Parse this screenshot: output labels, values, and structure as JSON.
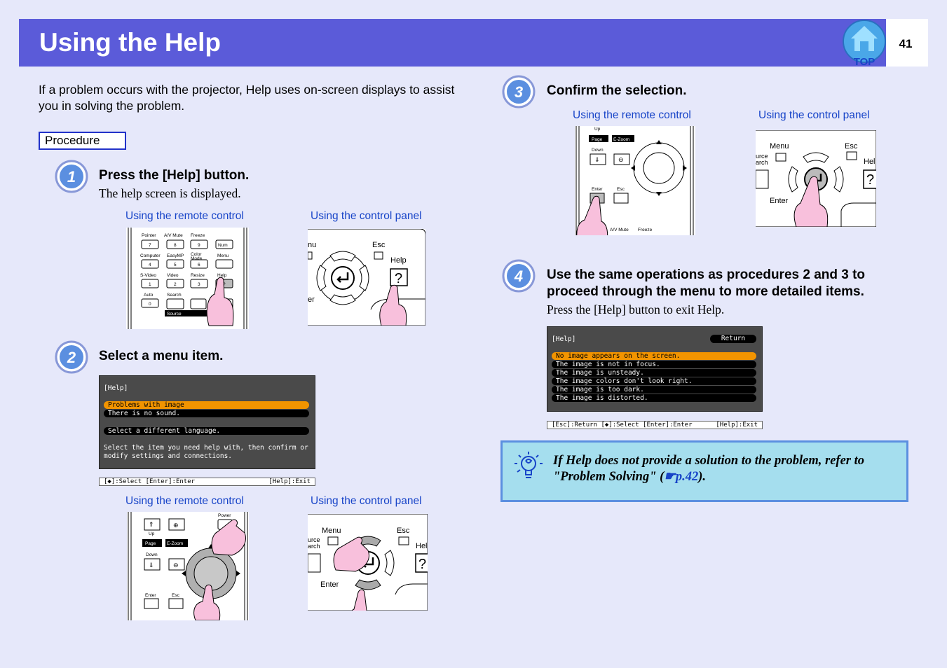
{
  "header": {
    "title": "Using the Help",
    "page_number": "41",
    "top_label": "TOP"
  },
  "intro": "If a problem occurs with the projector, Help uses on-screen displays to assist you in solving the problem.",
  "procedure_label": "Procedure",
  "steps": [
    {
      "number": "1",
      "title": "Press the [Help] button.",
      "description": "The help screen is displayed."
    },
    {
      "number": "2",
      "title": "Select a menu item.",
      "description": ""
    },
    {
      "number": "3",
      "title": "Confirm the selection.",
      "description": ""
    },
    {
      "number": "4",
      "title": "Use the same operations as procedures 2 and 3 to proceed through the menu to more detailed items.",
      "description": "Press the [Help] button to exit Help."
    }
  ],
  "captions": {
    "remote": "Using the remote control",
    "panel": "Using the control panel"
  },
  "remote1": {
    "keys": [
      "Pointer",
      "A/V Mute",
      "Freeze",
      "7",
      "8",
      "9",
      "Num",
      "Computer",
      "EasyMP",
      "Color Mode",
      "Menu",
      "4",
      "5",
      "6",
      "S-Video",
      "Video",
      "Resize",
      "Help",
      "1",
      "2",
      "3",
      "?",
      "Auto",
      "Search",
      "0",
      "Source"
    ]
  },
  "remote2": {
    "keys": [
      "Up",
      "Page",
      "E-Zoom",
      "Down",
      "Power",
      "Enter",
      "Esc"
    ]
  },
  "remote3": {
    "keys": [
      "Up",
      "Page",
      "E-Zoom",
      "Down",
      "Enter",
      "Esc",
      "A/V Mute",
      "Freeze"
    ]
  },
  "panel": {
    "menu": "Menu",
    "esc": "Esc",
    "help": "Help",
    "help_short": "Hel",
    "enter": "Enter",
    "source_a": "urce",
    "source_b": "arch",
    "menu_short": "nu",
    "enter_short": "er",
    "q": "?"
  },
  "help_screen_1": {
    "title": "[Help]",
    "items": [
      "Problems with image",
      "There is no sound.",
      "Select a different language."
    ],
    "message": "Select the item you need help with, then confirm or modify settings and connections.",
    "footer_left": "[◆]:Select [Enter]:Enter",
    "footer_right": "[Help]:Exit"
  },
  "help_screen_2": {
    "title": "[Help]",
    "return_label": "Return",
    "items": [
      "No image appears on the screen.",
      "The image is not in focus.",
      "The image is unsteady.",
      "The image colors don't look right.",
      "The image is too dark.",
      "The image is distorted."
    ],
    "footer_left": "[Esc]:Return [◆]:Select [Enter]:Enter",
    "footer_right": "[Help]:Exit"
  },
  "note": {
    "text": "If Help does not provide a solution to the problem, refer to \"Problem Solving\" (",
    "link": "p.42",
    "end": ")."
  },
  "colors": {
    "header": "#5b5bd9",
    "background": "#e6e8fa",
    "accent": "#1744c8",
    "selected": "#f29400",
    "note_bg": "#a5deee"
  }
}
